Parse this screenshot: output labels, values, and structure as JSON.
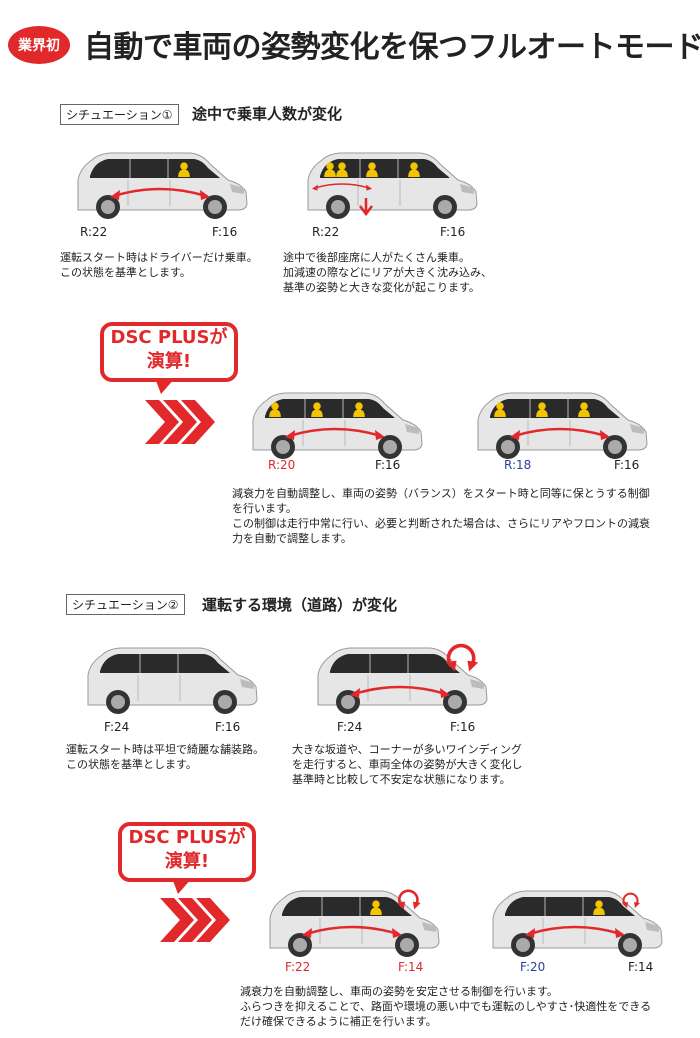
{
  "badge": "業界初",
  "title": "自動で車両の姿勢変化を保つフルオートモード",
  "situation1": {
    "label": "シチュエーション①",
    "heading": "途中で乗車人数が変化",
    "car_a": {
      "rear": "R:22",
      "front": "F:16"
    },
    "car_b": {
      "rear": "R:22",
      "front": "F:16"
    },
    "desc_a": "運転スタート時はドライバーだけ乗車。\nこの状態を基準とします。",
    "desc_b": "途中で後部座席に人がたくさん乗車。\n加減速の際などにリアが大きく沈み込み、\n基準の姿勢と大きな変化が起こります。",
    "bubble_line1": "DSC PLUSが",
    "bubble_line2": "演算!",
    "car_c": {
      "rear": "R:20",
      "front": "F:16"
    },
    "car_d": {
      "rear": "R:18",
      "front": "F:16"
    },
    "desc_c": "減衰力を自動調整し、車両の姿勢（バランス）をスタート時と同等に保とうする制御\nを行います。\nこの制御は走行中常に行い、必要と判断された場合は、さらにリアやフロントの減衰\n力を自動で調整します。"
  },
  "situation2": {
    "label": "シチュエーション②",
    "heading": "運転する環境（道路）が変化",
    "car_a": {
      "rear": "F:24",
      "front": "F:16"
    },
    "car_b": {
      "rear": "F:24",
      "front": "F:16"
    },
    "desc_a": "運転スタート時は平坦で綺麗な舗装路。\nこの状態を基準とします。",
    "desc_b": "大きな坂道や、コーナーが多いワインディング\nを走行すると、車両全体の姿勢が大きく変化し\n基準時と比較して不安定な状態になります。",
    "bubble_line1": "DSC PLUSが",
    "bubble_line2": "演算!",
    "car_c": {
      "rear": "F:22",
      "front": "F:14"
    },
    "car_d": {
      "rear": "F:20",
      "front": "F:14"
    },
    "desc_c": "減衰力を自動調整し、車両の姿勢を安定させる制御を行います。\nふらつきを抑えることで、路面や環境の悪い中でも運転のしやすさ･快適性をできる\nだけ確保できるように補正を行います。"
  },
  "colors": {
    "accent": "#e1282b",
    "blue": "#2a3e9c",
    "body": "#e4e4e4",
    "glass": "#2a2a2a",
    "passenger": "#f3c400"
  },
  "icons": [
    "car-illustration",
    "double-arrow-icon",
    "chevron-arrow-icon",
    "down-arrow-icon",
    "rotate-arrow-icon"
  ]
}
